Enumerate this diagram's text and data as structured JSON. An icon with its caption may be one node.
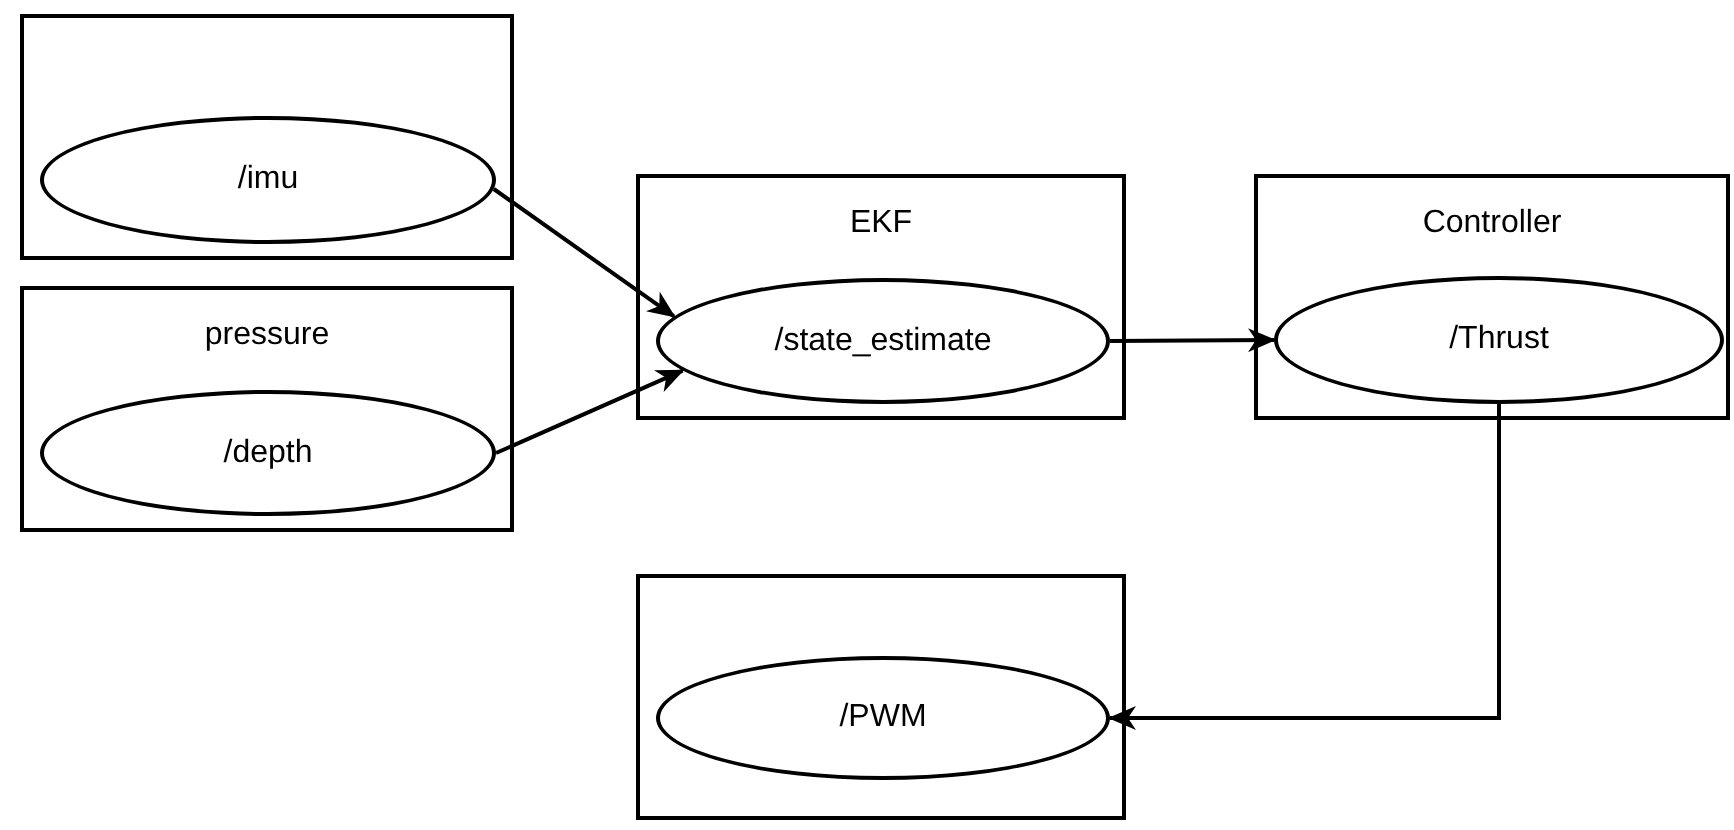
{
  "diagram": {
    "nodes": [
      {
        "text": [],
        "shape": "box"
      },
      {
        "text": [
          "/imu"
        ],
        "in": 0
      },
      {
        "text": [
          "pressure"
        ]
      },
      {
        "text": [
          "/depth"
        ],
        "in": 2
      },
      {
        "text": [
          "EKF"
        ]
      },
      {
        "text": [
          "/state_estimate"
        ],
        "in": 4
      },
      {
        "text": [
          "Controller"
        ]
      },
      {
        "text": [
          "/Thrust"
        ],
        "in": 6
      },
      {
        "text": [],
        "shape": "box"
      },
      {
        "text": [
          "/PWM"
        ],
        "in": 8
      }
    ],
    "edges": [
      {
        "from": 1,
        "to": 5,
        "arrow": "to"
      },
      {
        "from": 3,
        "to": 5,
        "arrow": "to"
      },
      {
        "from": 5,
        "to": 7,
        "arrow": "to"
      },
      {
        "from": 7,
        "to": 9,
        "arrow": "to"
      }
    ]
  }
}
